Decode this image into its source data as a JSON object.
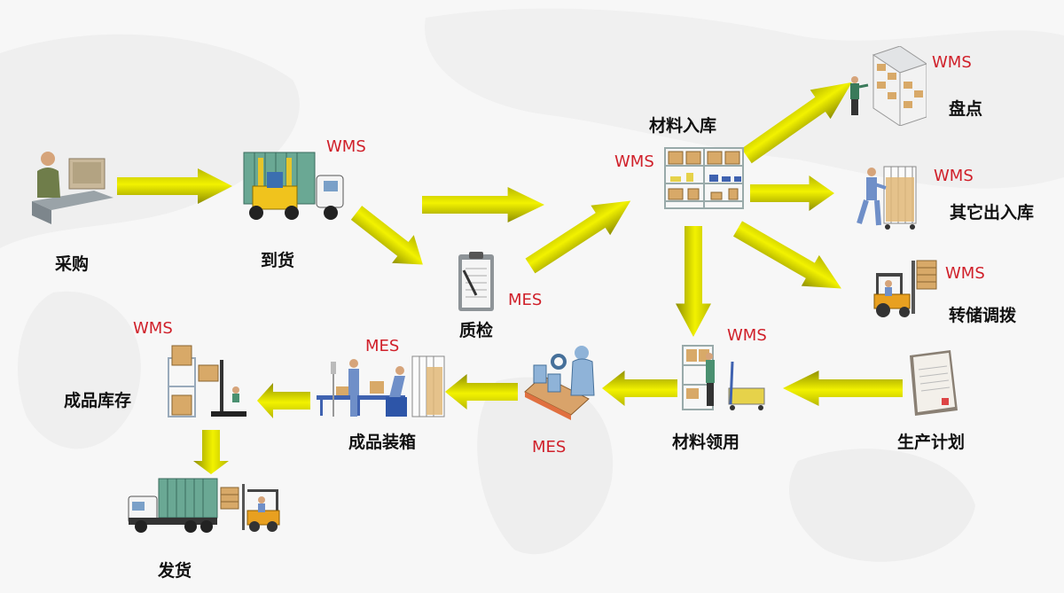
{
  "diagram": {
    "title": "WMS / MES 业务流程",
    "colors": {
      "arrow": "#d9d900",
      "arrow_dark": "#8f8f00",
      "system_label": "#d0202a",
      "text": "#111111"
    },
    "nodes": [
      {
        "id": "purchase",
        "label": "采购",
        "icon": "person-computer-icon"
      },
      {
        "id": "arrival",
        "label": "到货",
        "system": "WMS",
        "icon": "forklift-container-icon"
      },
      {
        "id": "qc",
        "label": "质检",
        "system": "MES",
        "icon": "clipboard-icon"
      },
      {
        "id": "material_in",
        "label": "材料入库",
        "system": "WMS",
        "icon": "shelf-icon"
      },
      {
        "id": "stocktake",
        "label": "盘点",
        "system": "WMS",
        "icon": "rack-worker-icon"
      },
      {
        "id": "other_io",
        "label": "其它出入库",
        "system": "WMS",
        "icon": "cart-worker-icon"
      },
      {
        "id": "transfer",
        "label": "转储调拨",
        "system": "WMS",
        "icon": "forklift-icon"
      },
      {
        "id": "production_plan",
        "label": "生产计划",
        "icon": "document-icon"
      },
      {
        "id": "material_issue",
        "label": "材料领用",
        "system": "WMS",
        "icon": "shelf-cart-icon"
      },
      {
        "id": "production",
        "label": "",
        "system": "MES",
        "icon": "assembly-line-icon"
      },
      {
        "id": "packing",
        "label": "成品装箱",
        "system": "MES",
        "icon": "packing-line-icon"
      },
      {
        "id": "fg_inventory",
        "label": "成品库存",
        "system": "WMS",
        "icon": "pallet-rack-icon"
      },
      {
        "id": "shipping",
        "label": "发货",
        "icon": "truck-forklift-icon"
      }
    ],
    "edges": [
      {
        "from": "purchase",
        "to": "arrival"
      },
      {
        "from": "arrival",
        "to": "qc"
      },
      {
        "from": "arrival",
        "to": "material_in"
      },
      {
        "from": "qc",
        "to": "material_in"
      },
      {
        "from": "material_in",
        "to": "stocktake"
      },
      {
        "from": "material_in",
        "to": "other_io"
      },
      {
        "from": "material_in",
        "to": "transfer"
      },
      {
        "from": "material_in",
        "to": "material_issue"
      },
      {
        "from": "production_plan",
        "to": "material_issue"
      },
      {
        "from": "material_issue",
        "to": "production"
      },
      {
        "from": "production",
        "to": "packing"
      },
      {
        "from": "packing",
        "to": "fg_inventory"
      },
      {
        "from": "fg_inventory",
        "to": "shipping"
      }
    ]
  }
}
